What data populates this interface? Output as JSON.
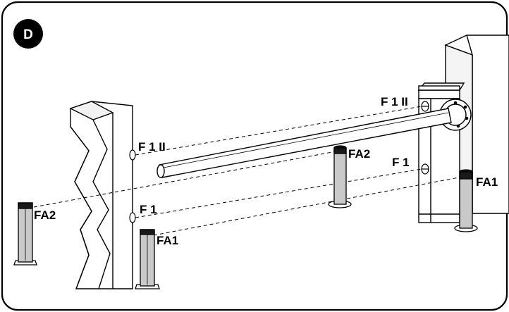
{
  "figure": {
    "badge": "D",
    "labels": {
      "f1ii_left": "F 1 II",
      "f1ii_right": "F 1 II",
      "f1_left": "F 1",
      "f1_right": "F 1",
      "fa2_left": "FA2",
      "fa2_center": "FA2",
      "fa1_left": "FA1",
      "fa1_right": "FA1"
    },
    "colors": {
      "frame": "#000000",
      "post_fill": "#c9c9c9",
      "photocell_cap": "#1a1a1a",
      "background": "#ffffff"
    }
  }
}
